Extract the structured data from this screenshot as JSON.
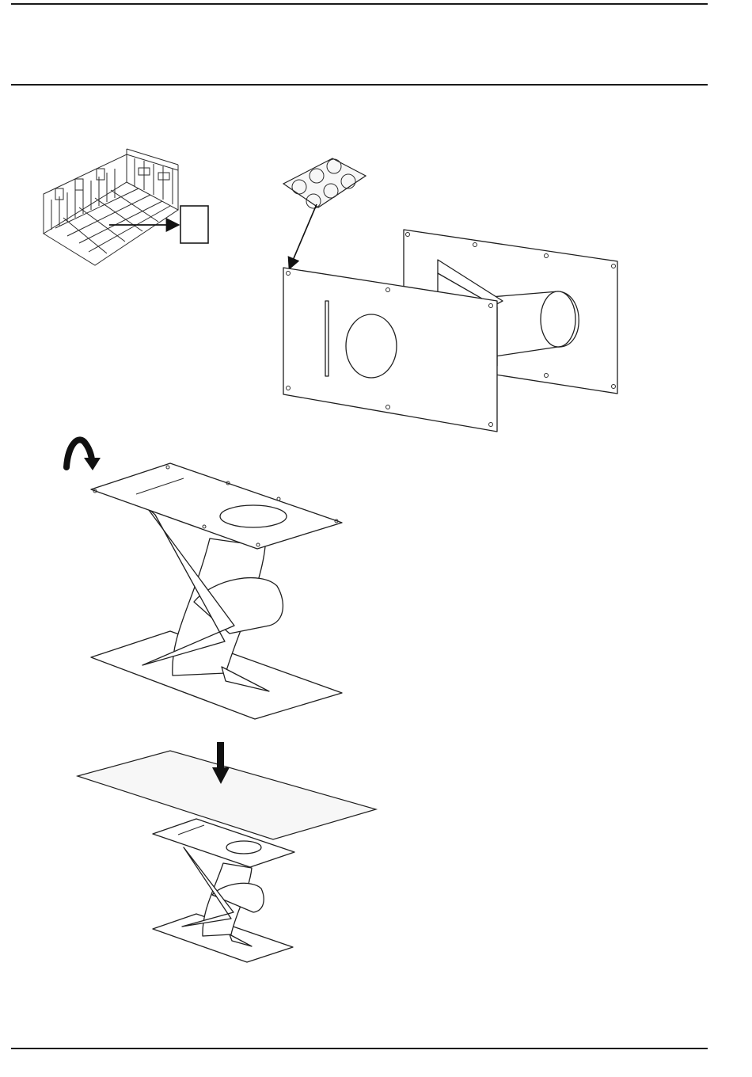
{
  "document": {
    "header": {
      "text": ""
    },
    "footer": {
      "text": ""
    }
  },
  "figures": [
    {
      "name": "room-corner-locator"
    },
    {
      "name": "seal-sheet-six-circles"
    },
    {
      "name": "wall-thimble-assembly"
    },
    {
      "name": "rotated-thimble-assembly"
    },
    {
      "name": "ceiling-sheet-placement"
    }
  ],
  "colors": {
    "line": "#1a1a1a",
    "paper": "#ffffff"
  }
}
